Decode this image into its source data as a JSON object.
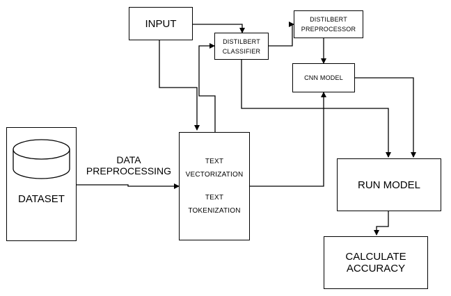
{
  "nodes": {
    "input": "INPUT",
    "distilbert_classifier": [
      "DISTILBERT",
      "CLASSIFIER"
    ],
    "distilbert_preprocessor": [
      "DISTILBERT",
      "PREPROCESSOR"
    ],
    "cnn_model": "CNN MODEL",
    "dataset": "DATASET",
    "text_vectorization": [
      "TEXT",
      "VECTORIZATION"
    ],
    "text_tokenization": [
      "TEXT",
      "TOKENIZATION"
    ],
    "run_model": "RUN MODEL",
    "calculate_accuracy": [
      "CALCULATE",
      "ACCURACY"
    ]
  },
  "edge_labels": {
    "data_preprocessing": [
      "DATA",
      "PREPROCESSING"
    ]
  }
}
